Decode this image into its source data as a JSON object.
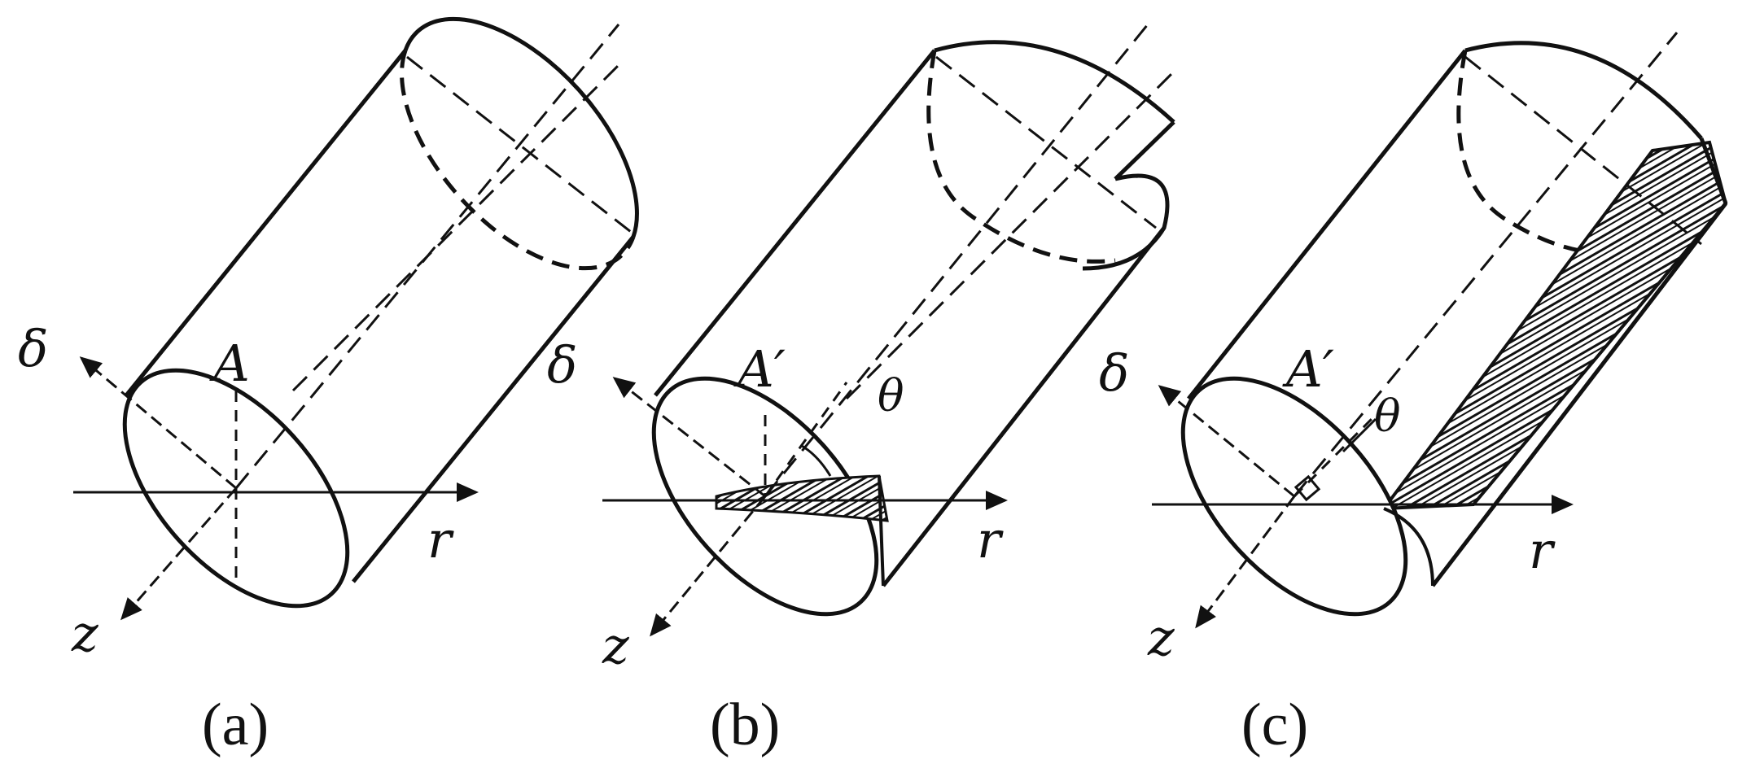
{
  "panels": [
    {
      "caption": "(a)",
      "labels": {
        "delta": "δ",
        "point": "A",
        "r": "r",
        "z": "z"
      }
    },
    {
      "caption": "(b)",
      "labels": {
        "delta": "δ",
        "point": "A′",
        "theta": "θ",
        "r": "r",
        "z": "z"
      }
    },
    {
      "caption": "(c)",
      "labels": {
        "delta": "δ",
        "point": "A′",
        "theta": "θ",
        "r": "r",
        "z": "z"
      }
    }
  ],
  "colors": {
    "ink": "#111111",
    "background": "#ffffff"
  }
}
